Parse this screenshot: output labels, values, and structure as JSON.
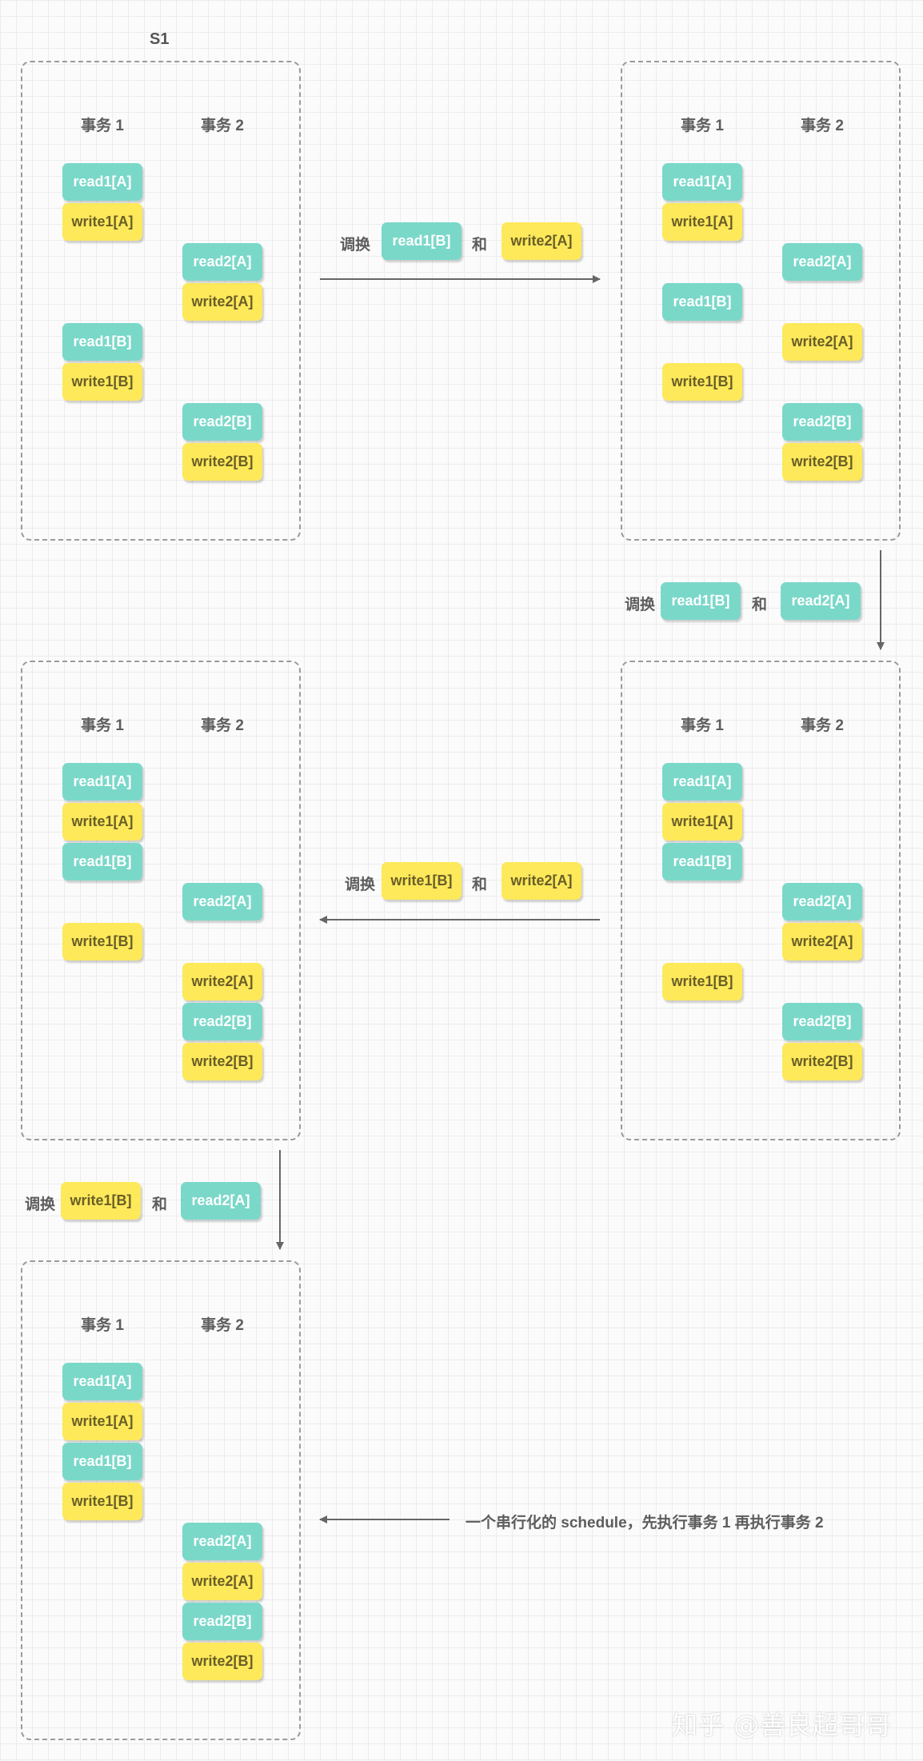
{
  "labels": {
    "s1": "S1",
    "txn1": "事务 1",
    "txn2": "事务 2",
    "swap": "调换",
    "and": "和",
    "serial_note": "一个串行化的 schedule，先执行事务 1 再执行事务 2",
    "watermark": "知乎 @善良超哥哥"
  },
  "colors": {
    "read": "#7ad8c9",
    "write": "#fde95a",
    "arrow": "#666666",
    "border": "#9a9a9a"
  },
  "panels": [
    {
      "id": "s1",
      "ops": [
        {
          "label": "read1[A]",
          "kind": "read",
          "txn": 1,
          "row": 0
        },
        {
          "label": "write1[A]",
          "kind": "write",
          "txn": 1,
          "row": 1
        },
        {
          "label": "read2[A]",
          "kind": "read",
          "txn": 2,
          "row": 2
        },
        {
          "label": "write2[A]",
          "kind": "write",
          "txn": 2,
          "row": 3
        },
        {
          "label": "read1[B]",
          "kind": "read",
          "txn": 1,
          "row": 4
        },
        {
          "label": "write1[B]",
          "kind": "write",
          "txn": 1,
          "row": 5
        },
        {
          "label": "read2[B]",
          "kind": "read",
          "txn": 2,
          "row": 6
        },
        {
          "label": "write2[B]",
          "kind": "write",
          "txn": 2,
          "row": 7
        }
      ]
    },
    {
      "id": "step1",
      "ops": [
        {
          "label": "read1[A]",
          "kind": "read",
          "txn": 1,
          "row": 0
        },
        {
          "label": "write1[A]",
          "kind": "write",
          "txn": 1,
          "row": 1
        },
        {
          "label": "read2[A]",
          "kind": "read",
          "txn": 2,
          "row": 2
        },
        {
          "label": "read1[B]",
          "kind": "read",
          "txn": 1,
          "row": 3
        },
        {
          "label": "write2[A]",
          "kind": "write",
          "txn": 2,
          "row": 4
        },
        {
          "label": "write1[B]",
          "kind": "write",
          "txn": 1,
          "row": 5
        },
        {
          "label": "read2[B]",
          "kind": "read",
          "txn": 2,
          "row": 6
        },
        {
          "label": "write2[B]",
          "kind": "write",
          "txn": 2,
          "row": 7
        }
      ]
    },
    {
      "id": "step2",
      "ops": [
        {
          "label": "read1[A]",
          "kind": "read",
          "txn": 1,
          "row": 0
        },
        {
          "label": "write1[A]",
          "kind": "write",
          "txn": 1,
          "row": 1
        },
        {
          "label": "read1[B]",
          "kind": "read",
          "txn": 1,
          "row": 2
        },
        {
          "label": "read2[A]",
          "kind": "read",
          "txn": 2,
          "row": 3
        },
        {
          "label": "write2[A]",
          "kind": "write",
          "txn": 2,
          "row": 4
        },
        {
          "label": "write1[B]",
          "kind": "write",
          "txn": 1,
          "row": 5
        },
        {
          "label": "read2[B]",
          "kind": "read",
          "txn": 2,
          "row": 6
        },
        {
          "label": "write2[B]",
          "kind": "write",
          "txn": 2,
          "row": 7
        }
      ]
    },
    {
      "id": "step3",
      "ops": [
        {
          "label": "read1[A]",
          "kind": "read",
          "txn": 1,
          "row": 0
        },
        {
          "label": "write1[A]",
          "kind": "write",
          "txn": 1,
          "row": 1
        },
        {
          "label": "read1[B]",
          "kind": "read",
          "txn": 1,
          "row": 2
        },
        {
          "label": "read2[A]",
          "kind": "read",
          "txn": 2,
          "row": 3
        },
        {
          "label": "write1[B]",
          "kind": "write",
          "txn": 1,
          "row": 4
        },
        {
          "label": "write2[A]",
          "kind": "write",
          "txn": 2,
          "row": 5
        },
        {
          "label": "read2[B]",
          "kind": "read",
          "txn": 2,
          "row": 6
        },
        {
          "label": "write2[B]",
          "kind": "write",
          "txn": 2,
          "row": 7
        }
      ]
    },
    {
      "id": "serial",
      "ops": [
        {
          "label": "read1[A]",
          "kind": "read",
          "txn": 1,
          "row": 0
        },
        {
          "label": "write1[A]",
          "kind": "write",
          "txn": 1,
          "row": 1
        },
        {
          "label": "read1[B]",
          "kind": "read",
          "txn": 1,
          "row": 2
        },
        {
          "label": "write1[B]",
          "kind": "write",
          "txn": 1,
          "row": 3
        },
        {
          "label": "read2[A]",
          "kind": "read",
          "txn": 2,
          "row": 4
        },
        {
          "label": "write2[A]",
          "kind": "write",
          "txn": 2,
          "row": 5
        },
        {
          "label": "read2[B]",
          "kind": "read",
          "txn": 2,
          "row": 6
        },
        {
          "label": "write2[B]",
          "kind": "write",
          "txn": 2,
          "row": 7
        }
      ]
    }
  ],
  "swaps": [
    {
      "id": "swap1",
      "a": {
        "label": "read1[B]",
        "kind": "read"
      },
      "b": {
        "label": "write2[A]",
        "kind": "write"
      }
    },
    {
      "id": "swap2",
      "a": {
        "label": "read1[B]",
        "kind": "read"
      },
      "b": {
        "label": "read2[A]",
        "kind": "read"
      }
    },
    {
      "id": "swap3",
      "a": {
        "label": "write1[B]",
        "kind": "write"
      },
      "b": {
        "label": "write2[A]",
        "kind": "write"
      }
    },
    {
      "id": "swap4",
      "a": {
        "label": "write1[B]",
        "kind": "write"
      },
      "b": {
        "label": "read2[A]",
        "kind": "read"
      }
    }
  ]
}
